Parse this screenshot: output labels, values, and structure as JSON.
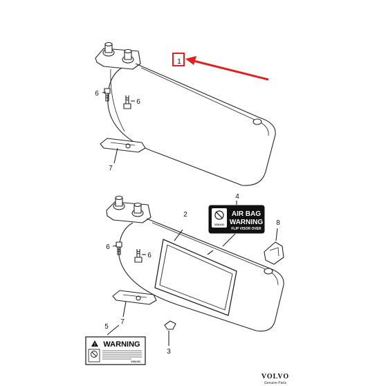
{
  "callouts": {
    "c1": "1",
    "c2": "2",
    "c3": "3",
    "c4": "4",
    "c5": "5",
    "c6a": "6",
    "c6b": "6",
    "c6c": "6",
    "c6d": "6",
    "c7a": "7",
    "c7b": "7",
    "c8": "8"
  },
  "airbag_label": {
    "line1": "AIR BAG",
    "line2": "WARNING",
    "line3": "FLIP VISOR OVER",
    "brand": "VOLVO"
  },
  "warning_label": {
    "title": "WARNING",
    "brand": "VOLVO"
  },
  "brand": {
    "name": "VOLVO",
    "tagline": "Genuine Parts"
  },
  "colors": {
    "highlight": "#e02020",
    "line": "#222222"
  }
}
